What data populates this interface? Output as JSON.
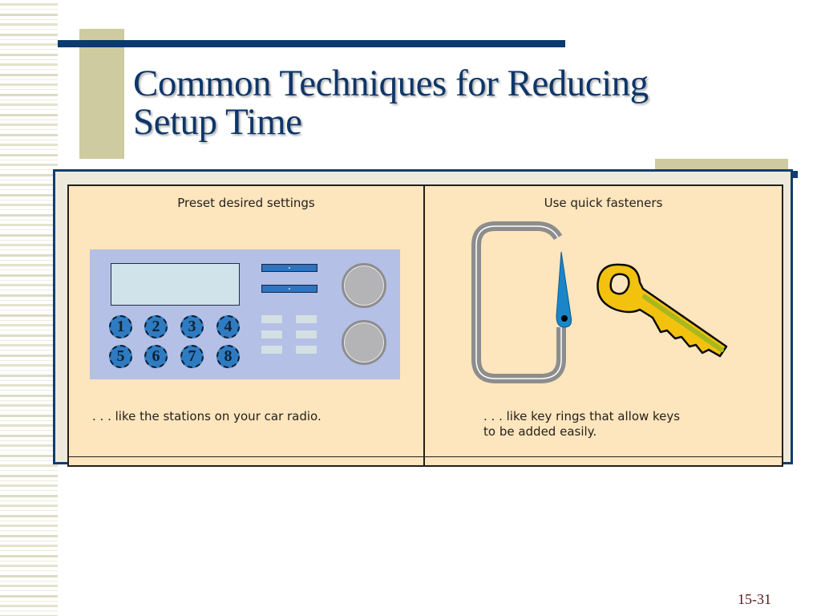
{
  "slide": {
    "title_line1": "Common Techniques for Reducing",
    "title_line2": "Setup Time",
    "page_number": "15-31"
  },
  "figure": {
    "left_cell": {
      "heading": "Preset desired settings",
      "caption": ". . . like the stations on your car radio.",
      "illustration": "car-radio",
      "preset_buttons": [
        "1",
        "2",
        "3",
        "4",
        "5",
        "6",
        "7",
        "8"
      ]
    },
    "right_cell": {
      "heading": "Use quick fasteners",
      "caption_line1": ". . . like key rings that allow keys",
      "caption_line2": "to be added easily.",
      "illustration": "carabiner-and-key"
    }
  },
  "colors": {
    "title": "#0e3669",
    "navy_accent": "#0a3a6e",
    "tan_accent": "#cdcb9f",
    "figure_background": "#fde5bd",
    "radio_body": "#b4c0e6",
    "preset_button": "#2f7bc1",
    "key": "#f2c20e",
    "page_number": "#5a1518"
  }
}
